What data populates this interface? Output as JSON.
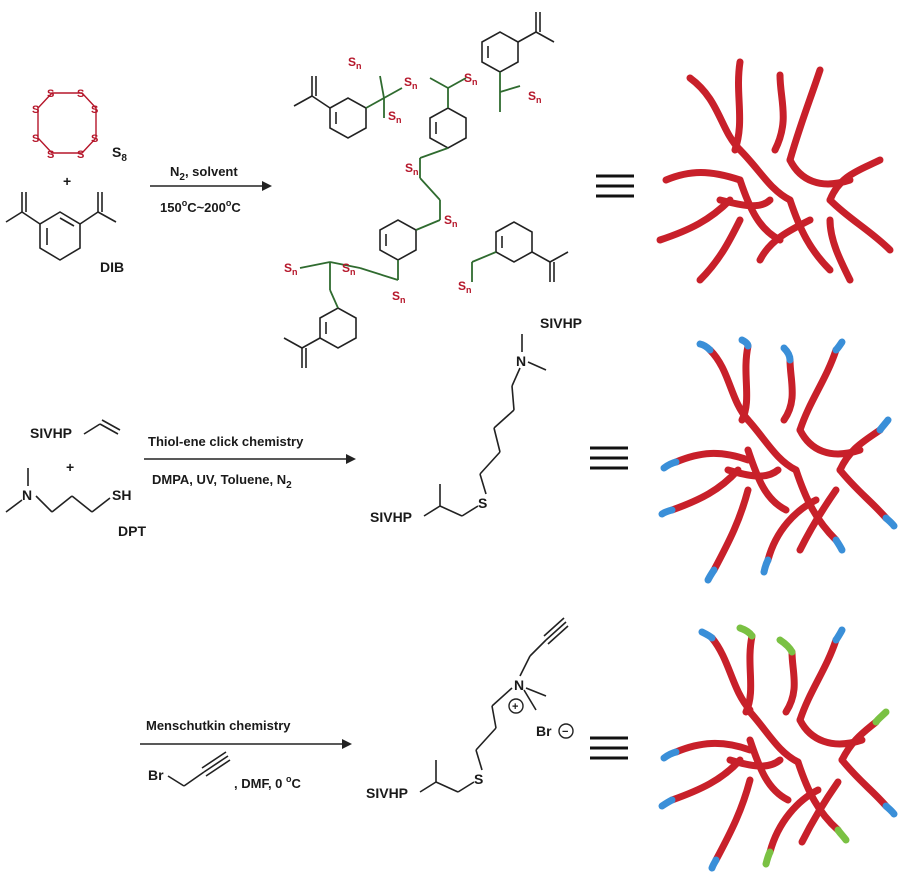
{
  "row1": {
    "s8_atom": "S",
    "s8_label": "S",
    "s8_sub": "8",
    "plus": "+",
    "dib_label": "DIB",
    "cond_top_pre": "N",
    "cond_top_sub": "2",
    "cond_top_post": ", solvent",
    "cond_bottom_pre": "150",
    "cond_bottom_mid1": "o",
    "cond_bottom_mid2": "C~200",
    "cond_bottom_mid3": "o",
    "cond_bottom_post": "C",
    "sn_main": "S",
    "sn_sub": "n",
    "product_label": "SIVHP",
    "equiv": "≡"
  },
  "row2": {
    "reactant1": "SIVHP",
    "plus": "+",
    "n_atom": "N",
    "sh_group": "SH",
    "dpt_label": "DPT",
    "cond_top": "Thiol-ene click chemistry",
    "cond_bottom_pre": "DMPA, UV, Toluene, N",
    "cond_bottom_sub": "2",
    "product_prefix": "SIVHP",
    "s_atom": "S",
    "n_atom_product": "N"
  },
  "row3": {
    "cond_top": "Menschutkin chemistry",
    "br": "Br",
    "cond_bottom_pre": ", DMF, 0 ",
    "cond_bottom_deg": "o",
    "cond_bottom_post": "C",
    "product_prefix": "SIVHP",
    "s_atom": "S",
    "n_atom": "N",
    "plus_sign": "+",
    "counterion_pre": "Br",
    "counterion_minus": "−"
  },
  "colors": {
    "polymer_red": "#c8202a",
    "end_blue": "#3a8fd8",
    "end_green": "#7ac143",
    "bond_green": "#2f6b2f",
    "sulfur_red": "#b5162a"
  }
}
